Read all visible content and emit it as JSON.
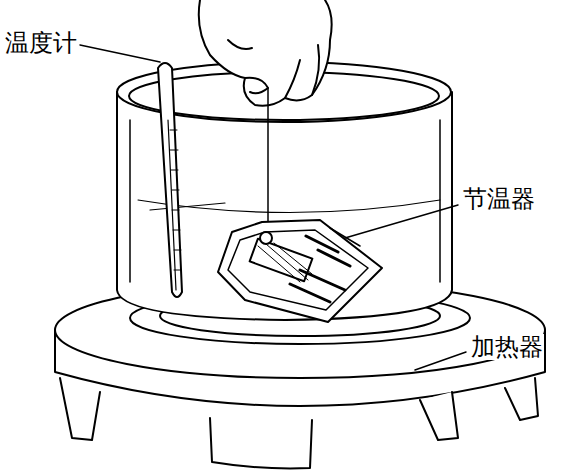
{
  "diagram": {
    "labels": [
      "温度计",
      "节温器",
      "加热器"
    ]
  }
}
